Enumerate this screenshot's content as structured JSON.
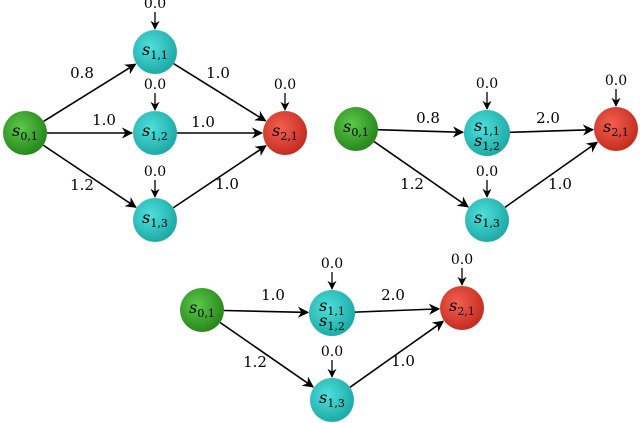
{
  "colors": {
    "start": "#2e9b1f",
    "mid": "#27c4c0",
    "end": "#e03b2e",
    "edge": "#000000"
  },
  "diagrams": [
    {
      "nodes": [
        {
          "id": "s01",
          "label": "s",
          "sub": "0,1",
          "color": "start",
          "init": ""
        },
        {
          "id": "s11",
          "label": "s",
          "sub": "1,1",
          "color": "mid",
          "init": "0.0"
        },
        {
          "id": "s12",
          "label": "s",
          "sub": "1,2",
          "color": "mid",
          "init": "0.0"
        },
        {
          "id": "s13",
          "label": "s",
          "sub": "1,3",
          "color": "mid",
          "init": "0.0"
        },
        {
          "id": "s21",
          "label": "s",
          "sub": "2,1",
          "color": "end",
          "init": "0.0"
        }
      ],
      "edges": [
        {
          "from": "s01",
          "to": "s11",
          "weight": "0.8"
        },
        {
          "from": "s01",
          "to": "s12",
          "weight": "1.0"
        },
        {
          "from": "s01",
          "to": "s13",
          "weight": "1.2"
        },
        {
          "from": "s11",
          "to": "s21",
          "weight": "1.0"
        },
        {
          "from": "s12",
          "to": "s21",
          "weight": "1.0"
        },
        {
          "from": "s13",
          "to": "s21",
          "weight": "1.0"
        }
      ]
    },
    {
      "nodes": [
        {
          "id": "s01",
          "label": "s",
          "sub": "0,1",
          "color": "start",
          "init": ""
        },
        {
          "id": "s11s12",
          "label": "s",
          "sub": "1,1",
          "label2": "s",
          "sub2": "1,2",
          "color": "mid",
          "init": "0.0"
        },
        {
          "id": "s13",
          "label": "s",
          "sub": "1,3",
          "color": "mid",
          "init": "0.0"
        },
        {
          "id": "s21",
          "label": "s",
          "sub": "2,1",
          "color": "end",
          "init": "0.0"
        }
      ],
      "edges": [
        {
          "from": "s01",
          "to": "s11s12",
          "weight": "0.8"
        },
        {
          "from": "s01",
          "to": "s13",
          "weight": "1.2"
        },
        {
          "from": "s11s12",
          "to": "s21",
          "weight": "2.0"
        },
        {
          "from": "s13",
          "to": "s21",
          "weight": "1.0"
        }
      ]
    },
    {
      "nodes": [
        {
          "id": "s01",
          "label": "s",
          "sub": "0,1",
          "color": "start",
          "init": ""
        },
        {
          "id": "s11s12",
          "label": "s",
          "sub": "1,1",
          "label2": "s",
          "sub2": "1,2",
          "color": "mid",
          "init": "0.0"
        },
        {
          "id": "s13",
          "label": "s",
          "sub": "1,3",
          "color": "mid",
          "init": "0.0"
        },
        {
          "id": "s21",
          "label": "s",
          "sub": "2,1",
          "color": "end",
          "init": "0.0"
        }
      ],
      "edges": [
        {
          "from": "s01",
          "to": "s11s12",
          "weight": "1.0"
        },
        {
          "from": "s01",
          "to": "s13",
          "weight": "1.2"
        },
        {
          "from": "s11s12",
          "to": "s21",
          "weight": "2.0"
        },
        {
          "from": "s13",
          "to": "s21",
          "weight": "1.0"
        }
      ]
    }
  ]
}
